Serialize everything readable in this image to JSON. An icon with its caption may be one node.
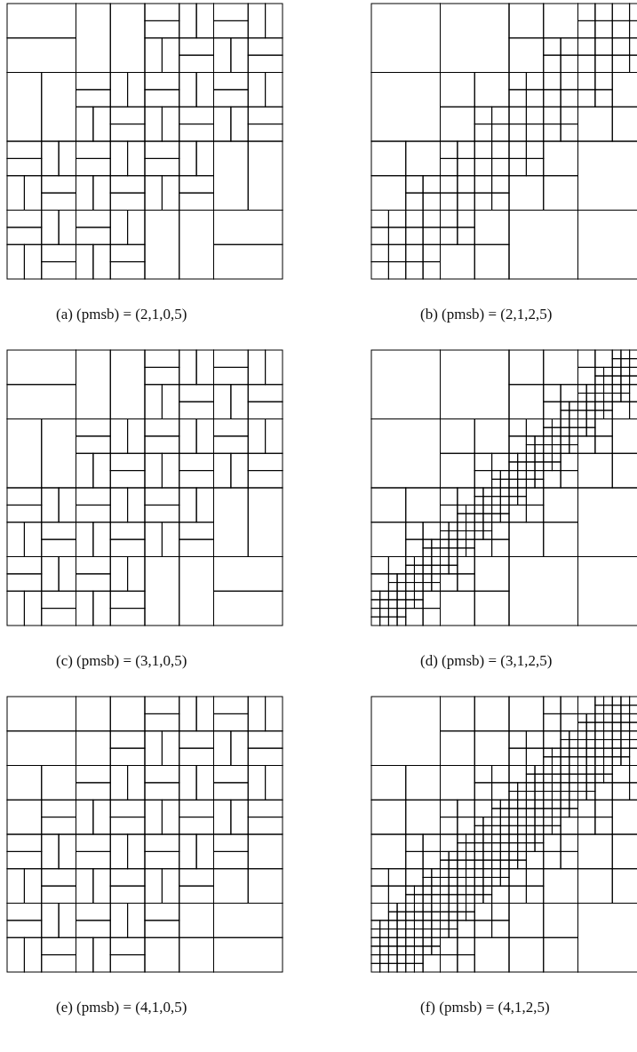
{
  "diagram": {
    "labels": [
      "(a)  (pmsb) = (2,1,0,5)",
      "(b)  (pmsb) = (2,1,2,5)",
      "(c)  (pmsb) = (3,1,0,5)",
      "(d)  (pmsb) = (3,1,2,5)",
      "(e)  (pmsb) = (4,1,0,5)",
      "(f)  (pmsb) = (4,1,2,5)"
    ]
  }
}
